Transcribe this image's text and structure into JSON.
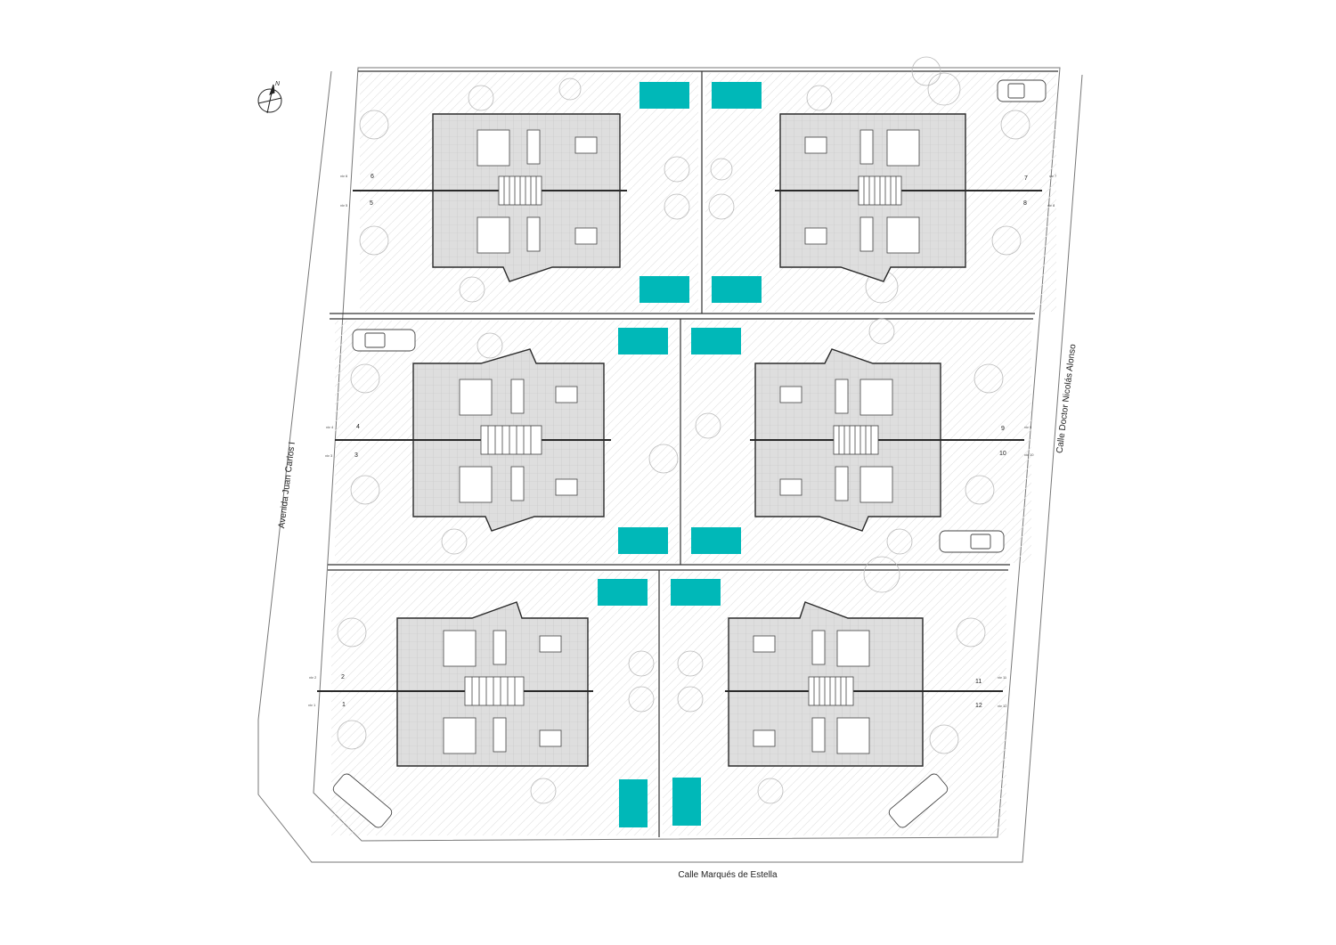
{
  "streets": {
    "west": "Avenida Juan Carlos I",
    "east": "Calle Doctor Nicolás Alonso",
    "south": "Calle Marqués de Estella"
  },
  "north_arrow": {
    "label": "N",
    "icon": "north-arrow-icon"
  },
  "units": [
    {
      "number": "1",
      "viv_label": "viv 1"
    },
    {
      "number": "2",
      "viv_label": "viv 2"
    },
    {
      "number": "3",
      "viv_label": "viv 3"
    },
    {
      "number": "4",
      "viv_label": "viv 4"
    },
    {
      "number": "5",
      "viv_label": "viv 5"
    },
    {
      "number": "6",
      "viv_label": "viv 6"
    },
    {
      "number": "7",
      "viv_label": "viv 7"
    },
    {
      "number": "8",
      "viv_label": "viv 8"
    },
    {
      "number": "9",
      "viv_label": "viv 9"
    },
    {
      "number": "10",
      "viv_label": "viv 10"
    },
    {
      "number": "11",
      "viv_label": "viv 11"
    },
    {
      "number": "12",
      "viv_label": "viv 12"
    }
  ],
  "colors": {
    "pool": "#00b8b8",
    "building_fill": "#dedede",
    "lines": "#2a2a2a",
    "vegetation": "#bbbbbb"
  },
  "icons": [
    "north-arrow-icon",
    "car-icon",
    "tree-icon",
    "pool-icon",
    "stair-icon"
  ]
}
